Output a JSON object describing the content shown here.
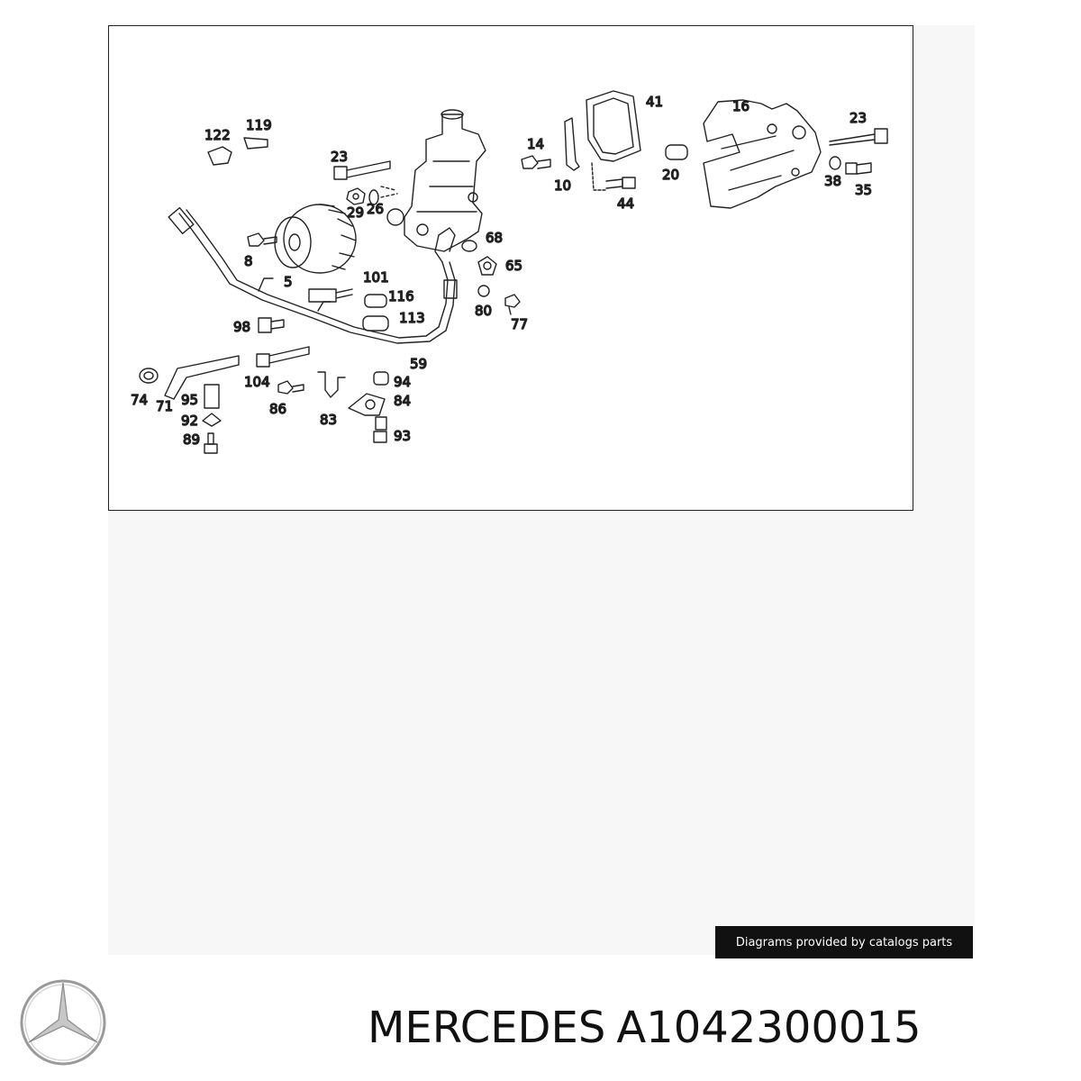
{
  "diagram": {
    "part_numbers": [
      "122",
      "119",
      "23",
      "29",
      "26",
      "8",
      "5",
      "101",
      "116",
      "113",
      "98",
      "59",
      "104",
      "74",
      "71",
      "95",
      "92",
      "89",
      "86",
      "83",
      "94",
      "84",
      "93",
      "14",
      "10",
      "44",
      "41",
      "20",
      "16",
      "23",
      "38",
      "35",
      "68",
      "65",
      "80",
      "77"
    ]
  },
  "credit_text": "Diagrams provided by catalogs parts",
  "title": {
    "brand": "MERCEDES",
    "part_number": "A1042300015"
  },
  "logo_icon": "mercedes-star-icon"
}
